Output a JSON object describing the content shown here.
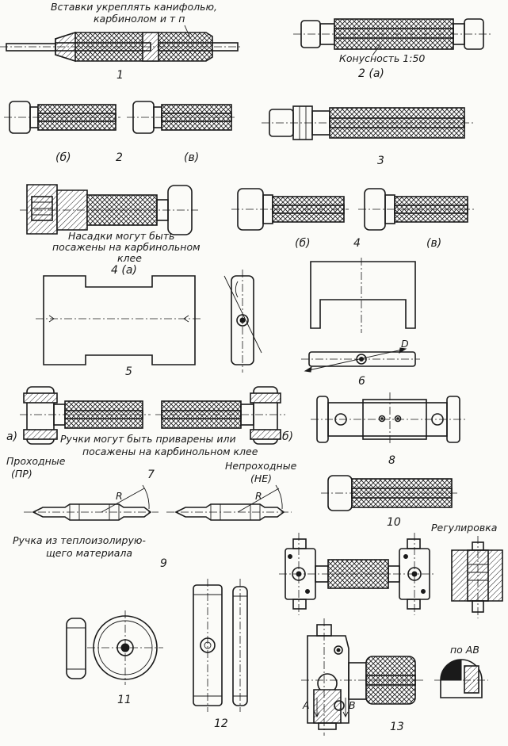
{
  "labels": {
    "f1_note_line1": "Вставки укреплять канифолью,",
    "f1_note_line2": "карбинолом и т п",
    "f1_num": "1",
    "f2a_note": "Конусность 1:50",
    "f2a_num": "2 (а)",
    "f2_b": "(б)",
    "f2_num": "2",
    "f2_v": "(в)",
    "f3_num": "3",
    "f4a_note_line1": "Насадки могут быть",
    "f4a_note_line2": "посажены на карбинольном",
    "f4a_note_line3": "клее",
    "f4a_num": "4 (а)",
    "f4_b": "(б)",
    "f4_num": "4",
    "f4_v": "(в)",
    "f5_num": "5",
    "f6_num": "6",
    "f6_d": "D",
    "f7_a": "а)",
    "f7_b": "б)",
    "f7_note_line1": "Ручки могут быть приварены или",
    "f7_note_line2": "посажены на карбинольном клее",
    "f7_num": "7",
    "f8_num": "8",
    "f9_left_line1": "Проходные",
    "f9_left_line2": "(ПР)",
    "f9_right_line1": "Непроходные",
    "f9_right_line2": "(НЕ)",
    "f9_r": "R",
    "f9_r2": "R",
    "f9_note_line1": "Ручка из теплоизолирую-",
    "f9_note_line2": "щего материала",
    "f9_num": "9",
    "f10_num": "10",
    "f11_num": "11",
    "f12_num": "12",
    "f13_reg": "Регулировка",
    "f13_ab": "по АВ",
    "f13_a": "А",
    "f13_b": "В",
    "f13_num": "13"
  }
}
